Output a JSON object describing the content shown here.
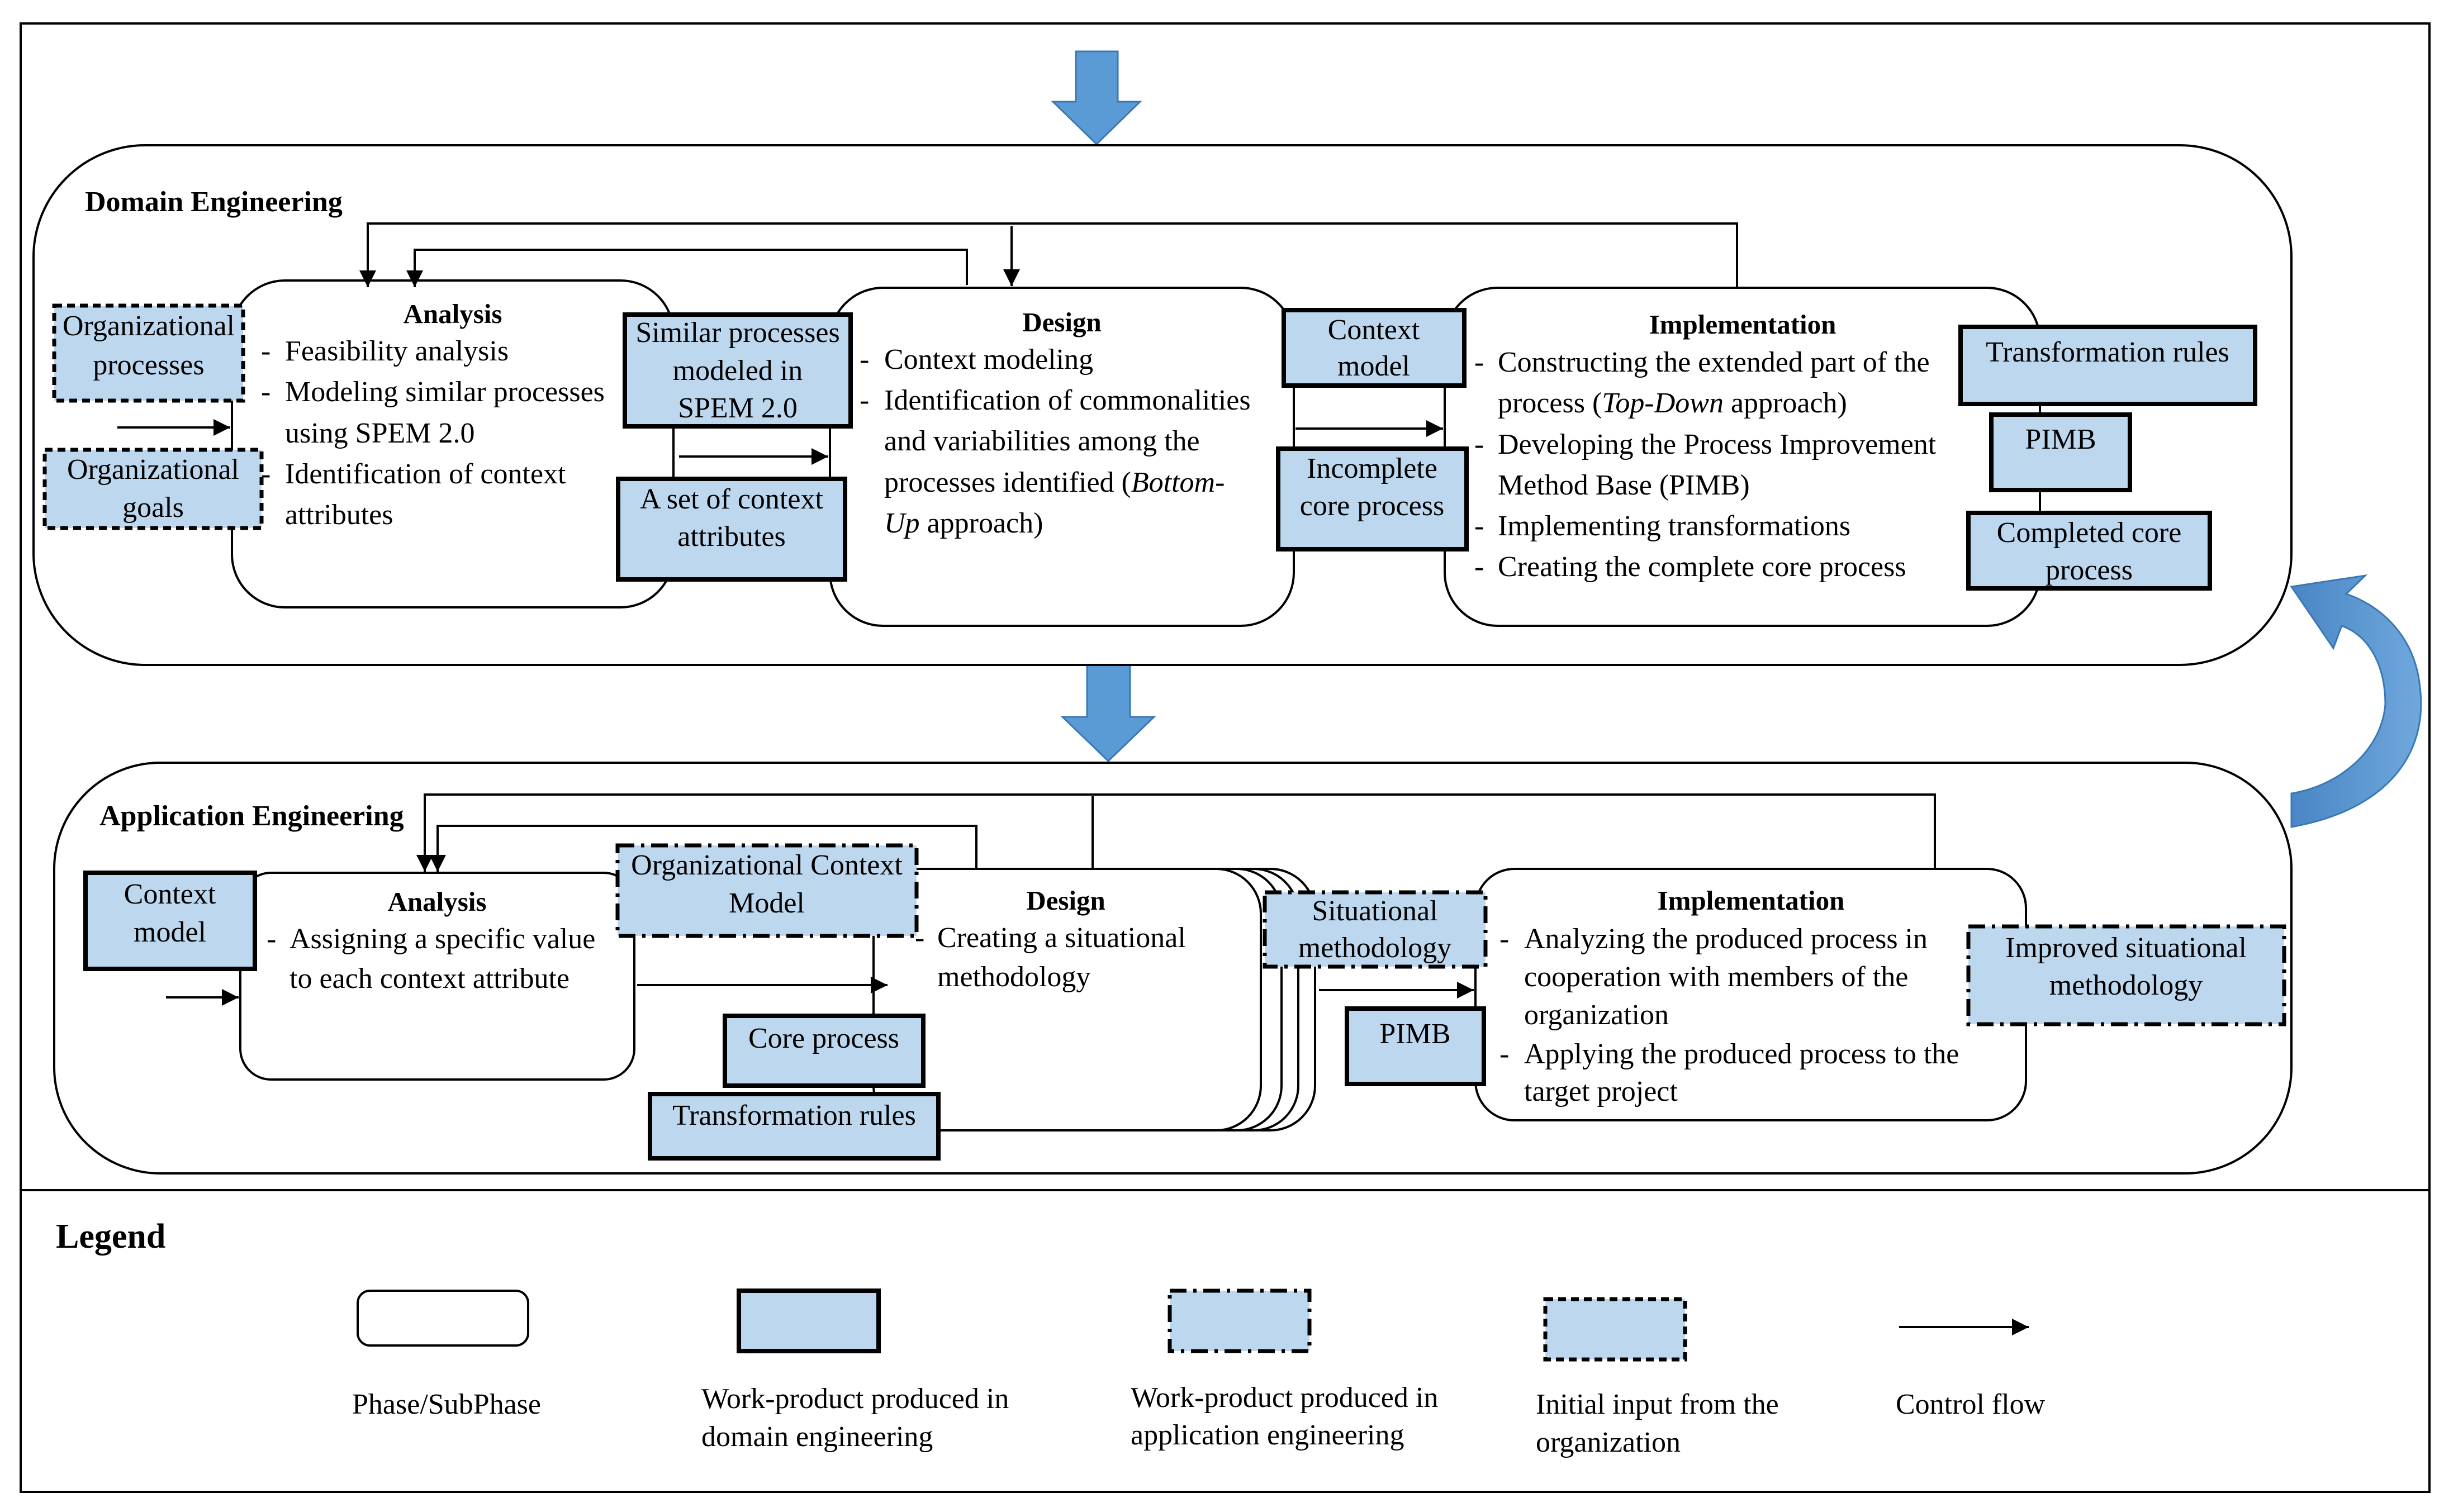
{
  "domain_engineering": {
    "title": "Domain Engineering",
    "analysis": {
      "title": "Analysis",
      "items": [
        "Feasibility analysis",
        "Modeling similar processes",
        "using SPEM 2.0",
        "Identification of context",
        "attributes"
      ]
    },
    "design": {
      "title": "Design",
      "items": [
        "Context modeling",
        "Identification of commonalities",
        "and variabilities among the",
        "processes identified (",
        "Bottom-",
        "Up",
        " approach)"
      ]
    },
    "implementation": {
      "title": "Implementation",
      "items": [
        "Constructing the extended part of the",
        "process (",
        "Top-Down",
        " approach)",
        "Developing the Process Improvement",
        "Method Base (PIMB)",
        "Implementing transformations",
        "Creating the complete core process"
      ]
    },
    "work_products": {
      "org_processes": [
        "Organizational",
        "processes"
      ],
      "org_goals": [
        "Organizational",
        "goals"
      ],
      "similar_processes": [
        "Similar processes",
        "modeled in",
        "SPEM 2.0"
      ],
      "context_attributes": [
        "A set of context",
        "attributes"
      ],
      "context_model": [
        "Context",
        "model"
      ],
      "incomplete_core": [
        "Incomplete",
        "core process"
      ],
      "transformation_rules": "Transformation rules",
      "pimb": "PIMB",
      "completed_core": [
        "Completed core",
        "process"
      ]
    }
  },
  "application_engineering": {
    "title": "Application Engineering",
    "analysis": {
      "title": "Analysis",
      "items": [
        "Assigning a specific value",
        "to each context attribute"
      ]
    },
    "design": {
      "title": "Design",
      "items": [
        "Creating a situational",
        "methodology"
      ]
    },
    "implementation": {
      "title": "Implementation",
      "items": [
        "Analyzing the produced process in",
        "cooperation with members of the",
        "organization",
        "Applying the produced process to the",
        "target project"
      ]
    },
    "work_products": {
      "context_model": [
        "Context",
        "model"
      ],
      "org_context_model": [
        "Organizational Context",
        "Model"
      ],
      "core_process": "Core process",
      "transformation_rules": "Transformation rules",
      "situational_methodology": [
        "Situational",
        "methodology"
      ],
      "pimb": "PIMB",
      "improved_methodology": [
        "Improved situational",
        "methodology"
      ]
    }
  },
  "legend": {
    "title": "Legend",
    "phase": "Phase/SubPhase",
    "domain_wp": [
      "Work-product produced in",
      "domain engineering"
    ],
    "app_wp": [
      "Work-product produced in",
      "application engineering"
    ],
    "initial_input": [
      "Initial input from the",
      "organization"
    ],
    "control_flow": "Control flow"
  },
  "colors": {
    "work_product_fill": "#BDD7EE",
    "big_arrow": "#5B9BD5"
  }
}
